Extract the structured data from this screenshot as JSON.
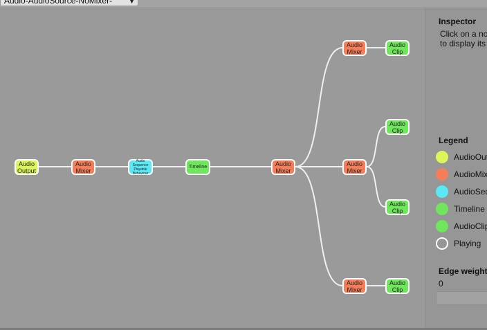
{
  "toolbar": {
    "graph_select": "Audio-AudioSource-NoMixer-"
  },
  "nodes": [
    {
      "id": "audio-output",
      "label": "Audio\nOutput",
      "kind": "out"
    },
    {
      "id": "audio-mixer-1",
      "label": "Audio\nMixer",
      "kind": "mix"
    },
    {
      "id": "audio-sequence",
      "label": "Audio\nSequence\nPlayable\nBehaviour",
      "kind": "seq"
    },
    {
      "id": "timeline",
      "label": "Timeline",
      "kind": "tl"
    },
    {
      "id": "audio-mixer-2",
      "label": "Audio\nMixer",
      "kind": "mix"
    },
    {
      "id": "audio-mixer-top",
      "label": "Audio\nMixer",
      "kind": "mix"
    },
    {
      "id": "audio-mixer-mid",
      "label": "Audio\nMixer",
      "kind": "mix"
    },
    {
      "id": "audio-mixer-bottom",
      "label": "Audio\nMixer",
      "kind": "mix"
    },
    {
      "id": "audio-clip-top",
      "label": "Audio\nClip",
      "kind": "clip"
    },
    {
      "id": "audio-clip-mid-upper",
      "label": "Audio\nClip",
      "kind": "clip"
    },
    {
      "id": "audio-clip-mid-lower",
      "label": "Audio\nClip",
      "kind": "clip"
    },
    {
      "id": "audio-clip-bottom",
      "label": "Audio\nClip",
      "kind": "clip"
    }
  ],
  "inspector": {
    "title": "Inspector",
    "hint_line1": "Click on a node",
    "hint_line2": "to display its",
    "legend_title": "Legend",
    "legend": [
      {
        "label": "AudioOutput",
        "color": "#dcf55a"
      },
      {
        "label": "AudioMixer",
        "color": "#f57e5a"
      },
      {
        "label": "AudioSequence",
        "color": "#5ae8f5"
      },
      {
        "label": "Timeline",
        "color": "#6fe65c"
      },
      {
        "label": "AudioClip",
        "color": "#6fe65c"
      },
      {
        "label": "Playing",
        "color": "#ffffff"
      }
    ],
    "edge_weight_title": "Edge weight",
    "edge_weight_value": "0"
  },
  "colors": {
    "edge": "#f0f0f0",
    "node_border": "#ffffff",
    "background": "#9a9a9a"
  }
}
